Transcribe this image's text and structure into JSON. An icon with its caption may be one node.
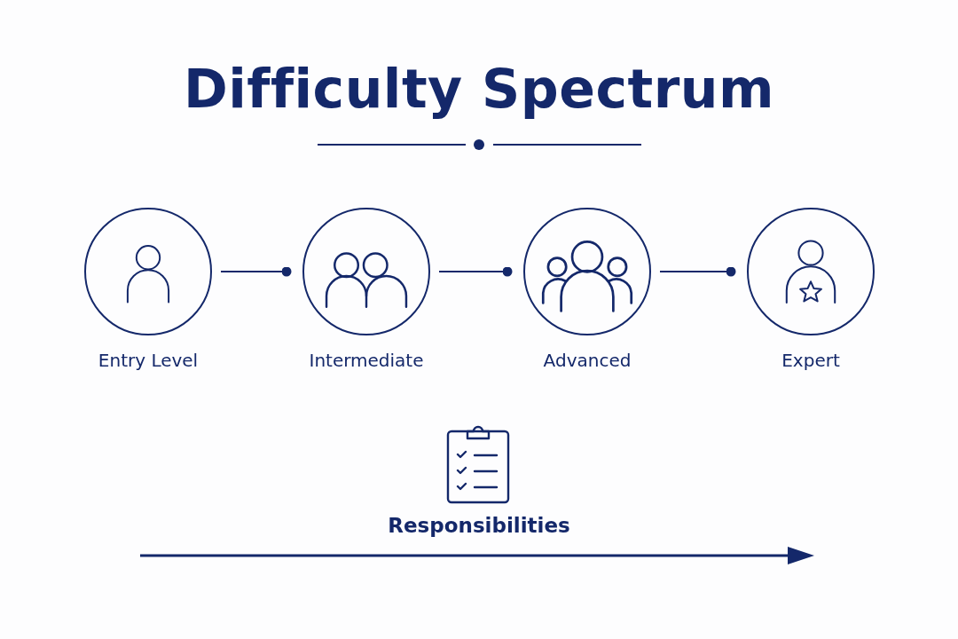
{
  "diagram": {
    "title": "Difficulty Spectrum",
    "nodes": [
      {
        "text": [
          "Entry Level"
        ]
      },
      {
        "text": [
          "Intermediate"
        ]
      },
      {
        "text": [
          "Advanced"
        ]
      },
      {
        "text": [
          "Expert"
        ]
      }
    ],
    "edges": [
      {
        "from": 0,
        "to": 1,
        "arrow": "other"
      },
      {
        "from": 1,
        "to": 2,
        "arrow": "other"
      },
      {
        "from": 2,
        "to": 3,
        "arrow": "other"
      }
    ],
    "labels": [
      "Responsibilities"
    ]
  }
}
